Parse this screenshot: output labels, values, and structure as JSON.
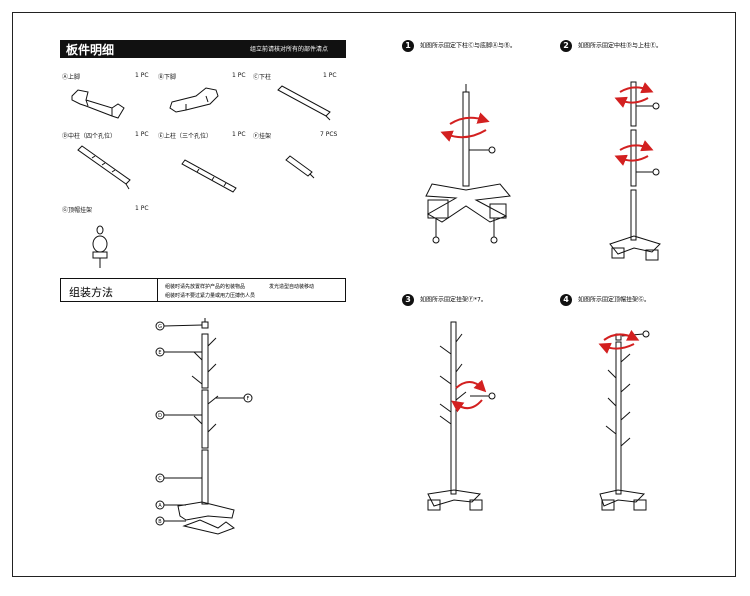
{
  "parts_header": {
    "title": "板件明细",
    "note": "组立前请核对所有的部件清点"
  },
  "parts": [
    {
      "label": "Ⓐ上脚",
      "qty": "1 PC"
    },
    {
      "label": "Ⓑ下脚",
      "qty": "1 PC"
    },
    {
      "label": "Ⓒ下柱",
      "qty": "1 PC"
    },
    {
      "label": "Ⓓ中柱（四个孔位）",
      "qty": "1 PC"
    },
    {
      "label": "Ⓔ上柱（三个孔位）",
      "qty": "1 PC"
    },
    {
      "label": "Ⓕ挂架",
      "qty": "7 PCS"
    },
    {
      "label": "Ⓖ顶帽挂架",
      "qty": "1 PC"
    }
  ],
  "assembly": {
    "title": "组装方法",
    "notes": [
      "组装时请先放置样护产品的包装物品",
      "发光造型自动装移动",
      "组装时请不要过紧力量或用力压搏伤人员"
    ]
  },
  "steps": [
    {
      "number": "1",
      "text": "如图所示固定下柱Ⓒ与底脚Ⓐ与Ⓑ。"
    },
    {
      "number": "2",
      "text": "如图所示固定中柱Ⓓ与上柱Ⓔ。"
    },
    {
      "number": "3",
      "text": "如图所示固定挂架Ⓕ*7。"
    },
    {
      "number": "4",
      "text": "如图所示固定顶帽挂架Ⓖ。"
    }
  ],
  "callouts": {
    "G": "G",
    "E": "E",
    "D": "D",
    "C": "C",
    "A": "A",
    "B": "B",
    "F": "F"
  }
}
